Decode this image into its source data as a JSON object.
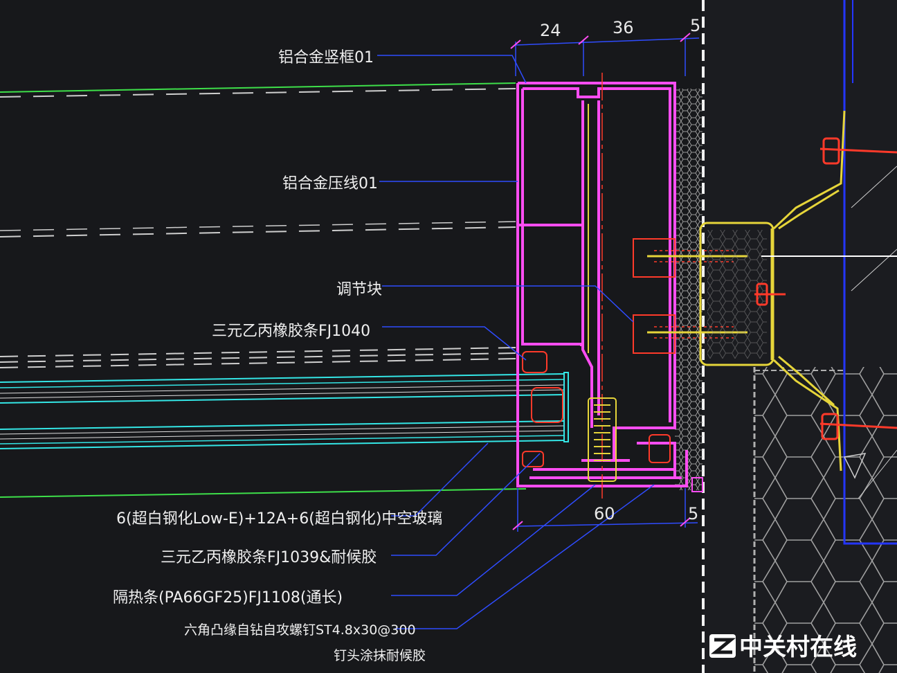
{
  "dimensions": {
    "top": [
      "24",
      "36",
      "5"
    ],
    "bottom": [
      "60",
      "5"
    ]
  },
  "callouts": [
    "铝合金竖框01",
    "铝合金压线01",
    "调节块",
    "三元乙丙橡胶条FJ1040",
    "6(超白钢化Low-E)+12A+6(超白钢化)中空玻璃",
    "三元乙丙橡胶条FJ1039&耐候胶",
    "隔热条(PA66GF25)FJ1108(通长)",
    "六角凸缘自钻自攻螺钉ST4.8x30@300",
    "钉头涂抹耐候胶"
  ],
  "watermark": "中关村在线",
  "colors": {
    "background": "#17181b",
    "frame": "#ff4df2",
    "leader": "#2f4cff",
    "glass_cyan": "#34e6e6",
    "green": "#3ee04a",
    "yellow": "#e6d53a",
    "red": "#ff3a2a",
    "white": "#f0f0f0"
  }
}
